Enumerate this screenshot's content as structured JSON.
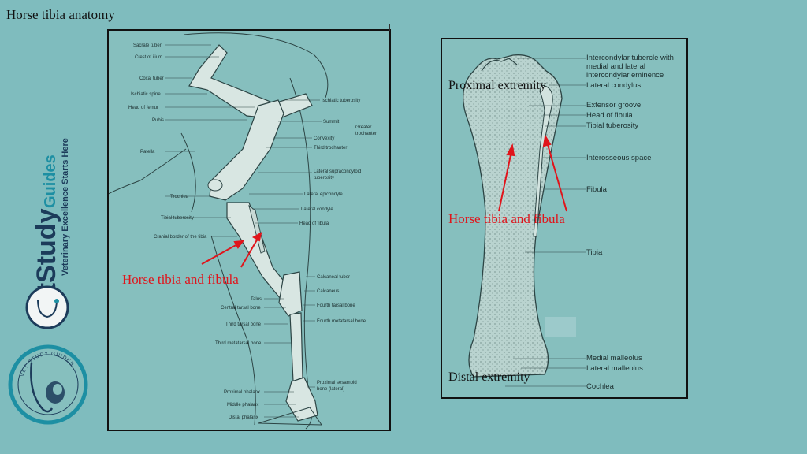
{
  "page": {
    "title": "Horse tibia anatomy",
    "background": "#7fbcbe"
  },
  "left_diagram": {
    "labels_left": [
      "Sacrale tuber",
      "Crest of ilium",
      "Coxal tuber",
      "Ischiatic spine",
      "Head of femur",
      "Pubis",
      "Patella",
      "Trochlea",
      "Tibial tuberosity",
      "Cranial border of the tibia",
      "Talus",
      "Central tarsal bone",
      "Third tarsal bone",
      "Third metatarsal bone",
      "Proximal phalanx",
      "Middle phalanx",
      "Distal phalanx"
    ],
    "labels_right": [
      "Ischiatic tuberosity",
      "Summit",
      "Greater",
      "trochanter",
      "Convexity",
      "Third trochanter",
      "Lateral supracondyloid",
      "tuberosity",
      "Lateral epicondyle",
      "Lateral condyle",
      "Head of fibula",
      "Calcaneal tuber",
      "Calcaneus",
      "Fourth tarsal bone",
      "Fourth metatarsal bone",
      "Proximal sesamoid",
      "bone (lateral)"
    ],
    "annotation": "Horse tibia and fibula",
    "annotation_color": "#e0141b"
  },
  "right_diagram": {
    "labels": [
      "Intercondylar tubercle with",
      "medial and lateral",
      "intercondylar eminence",
      "Lateral condylus",
      "Extensor groove",
      "Head of fibula",
      "Tibial tuberosity",
      "Interosseous space",
      "Fibula",
      "Tibia",
      "Medial malleolus",
      "Lateral malleolus",
      "Cochlea"
    ],
    "proximal_label": "Proximal extremity",
    "distal_label": "Distal extremity",
    "annotation": "Horse tibia and fibula",
    "annotation_color": "#e0141b"
  },
  "brand": {
    "name_main": "VetStudy",
    "name_sub": "Guides",
    "tagline": "Veterinary Excellence Starts Here",
    "badge_text": "VET STUDY GUIDES",
    "colors": {
      "navy": "#1c3b5a",
      "teal": "#1d8fa3"
    }
  }
}
